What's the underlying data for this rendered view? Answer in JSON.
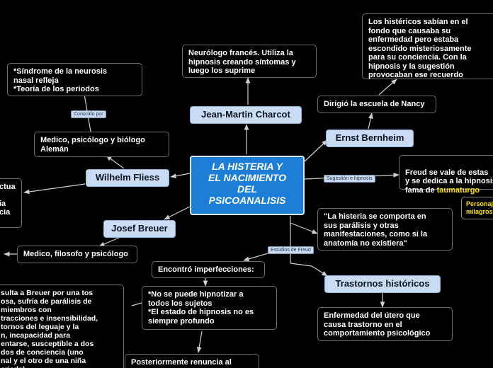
{
  "central": {
    "title": "LA HISTERIA Y\nEL NACIMIENTO\nDEL\nPSICOANALISIS"
  },
  "colors": {
    "background": "#000000",
    "central": "#1c7ed6",
    "topic": "#c9dcf3",
    "connector": "#cfcfcf",
    "highlight": "#ffe600"
  },
  "topics": {
    "charcot": "Jean-Martin Charcot",
    "bernheim": "Ernst Bernheim",
    "fliess": "Wilhelm Fliess",
    "breuer": "Josef Breuer",
    "trastornos": "Trastornos históricos"
  },
  "notes": {
    "charcot": "Neurólogo francés. Utiliza la\nhipnosis creando síntomas y\nluego los suprime",
    "histericos": "Los histéricos sabían en el\nfondo que causaba su\nenfermedad pero estaba\nescondido misteriosamente\npara su conciencia. Con la\nhipnosis y la sugestión\nprovocaban ese recuerdo",
    "nancy": "Dirigió la escuela de Nancy",
    "freud_vale_before": "Freud se vale de estas\ny se dedica a la hipnosis\nfama de ",
    "freud_vale_highlight": "taumaturgo",
    "personaje": "Personaje\nmilagros",
    "sindrome": "*Síndrome de la neurosis\nnasal refleja\n*Teoría de los periodos",
    "medico_fliess": "Medico, psicólogo y biólogo\nAlemán",
    "left_partial": "ctua\n\nia\ncia",
    "medico_breuer": "Medico, filosofo y psicólogo",
    "cita": "\"La histeria se comporta en\nsus parálisis y otras\nmanifestaciones, como si la\nanatomía no existiera\"",
    "imperfecciones": "Encontró imperfecciones:",
    "hipnosis_limites": "*No se puede hipnotizar a\ntodos los sujetos\n*El estado de hipnosis no es\nsiempre profundo",
    "enfermedad": "Enfermedad del útero que\ncausa trastorno en el\ncomportamiento psicológico",
    "caso": "sulta a Breuer por una tos\nosa, sufría de parálisis de\nmiembros con\ntracciones e insensibilidad,\ntornos del leguaje y la\nn, incapacidad para\nentarse, susceptible a dos\ndos de conciencia (uno\nnal y el otro de una niña\ncriada)",
    "renuncia": "Posteriormente renuncia al\nuso de la hipnosis"
  },
  "labels": {
    "conocido": "Conocido por",
    "sugestion": "Sugestión e hipnosis",
    "estudios": "Estudios de Freud"
  }
}
